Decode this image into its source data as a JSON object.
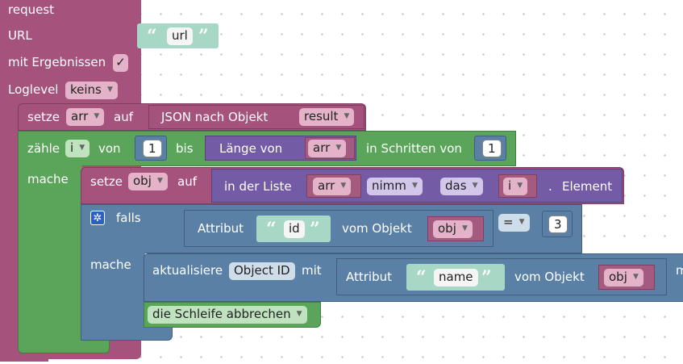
{
  "request": {
    "title": "request",
    "url_label": "URL",
    "url_value": "url",
    "results_label": "mit Ergebnissen",
    "results_checked": "✓",
    "loglevel_label": "Loglevel",
    "loglevel_value": "keins"
  },
  "set_arr": {
    "set_label": "setze",
    "var": "arr",
    "to_label": "auf",
    "json_label": "JSON nach Objekt",
    "json_value": "result"
  },
  "loop": {
    "count_label": "zähle",
    "var": "i",
    "from_label": "von",
    "from_value": "1",
    "to_label": "bis",
    "length_label": "Länge von",
    "length_var": "arr",
    "step_label": "in Schritten von",
    "step_value": "1",
    "do_label": "mache"
  },
  "set_obj": {
    "set_label": "setze",
    "var": "obj",
    "to_label": "auf",
    "in_list_label": "in der Liste",
    "list_var": "arr",
    "get_label": "nimm",
    "which_label": "das",
    "index_var": "i",
    "dot": ".",
    "element_label": "Element"
  },
  "if_block": {
    "if_label": "falls",
    "attr_label": "Attribut",
    "attr_name": "id",
    "of_obj_label": "vom Objekt",
    "obj_var": "obj",
    "op": "=",
    "compare_value": "3",
    "do_label": "mache"
  },
  "update": {
    "update_label": "aktualisiere",
    "object_id": "Object ID",
    "with_label": "mit",
    "attr_label": "Attribut",
    "attr_name": "name",
    "of_obj_label": "vom Objekt",
    "obj_var": "obj",
    "trailing": "m"
  },
  "break_block": {
    "label": "die Schleife abbrechen"
  },
  "colors": {
    "procedure": "#a5537d",
    "loop": "#5ba55b",
    "list": "#745ba5",
    "logic": "#5b80a5",
    "text": "#a7d7c5",
    "variable": "#a55b80"
  }
}
